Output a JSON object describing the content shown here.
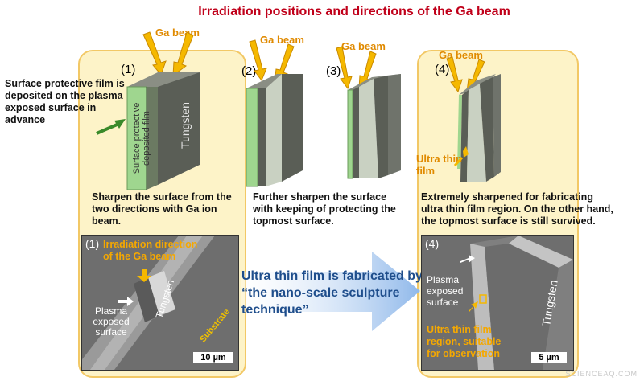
{
  "title": "Irradiation positions and directions of the Ga beam",
  "beam_label": "Ga beam",
  "left_note": "Surface protective film is deposited on the plasma exposed surface in advance",
  "stages": [
    {
      "num": "(1)",
      "desc": "Sharpen the surface from the two directions with Ga ion beam."
    },
    {
      "num": "(2)",
      "desc": "Further sharpen the surface with keeping of protecting the topmost surface."
    },
    {
      "num": "(3)"
    },
    {
      "num": "(4)",
      "desc": "Extremely sharpened for fabricating ultra thin film region. On the other hand, the topmost surface is still survived."
    }
  ],
  "block1": {
    "film_label": "Surface protective deposited film",
    "tungsten_label": "Tungsten"
  },
  "ultra_thin_label": "Ultra thin film",
  "center_text": "Ultra thin film is fabricated by “the nano-scale sculpture technique”",
  "sem1": {
    "num": "(1)",
    "irradiation": "Irradiation direction of the Ga beam",
    "tungsten": "Tungsten",
    "plasma": "Plasma exposed surface",
    "substrate": "Substrate",
    "scale": "10 µm"
  },
  "sem4": {
    "num": "(4)",
    "plasma": "Plasma exposed surface",
    "tungsten": "Tungsten",
    "region": "Ultra thin film region, suitable for observation",
    "scale": "5 µm"
  },
  "watermark": "SCIENCEAQ.COM",
  "colors": {
    "title": "#c0001a",
    "beam": "#e08a00",
    "film": "#9fd68f",
    "block": "#5a5e56",
    "panel": "#fdf3c8",
    "center_text": "#1f4e8c"
  }
}
